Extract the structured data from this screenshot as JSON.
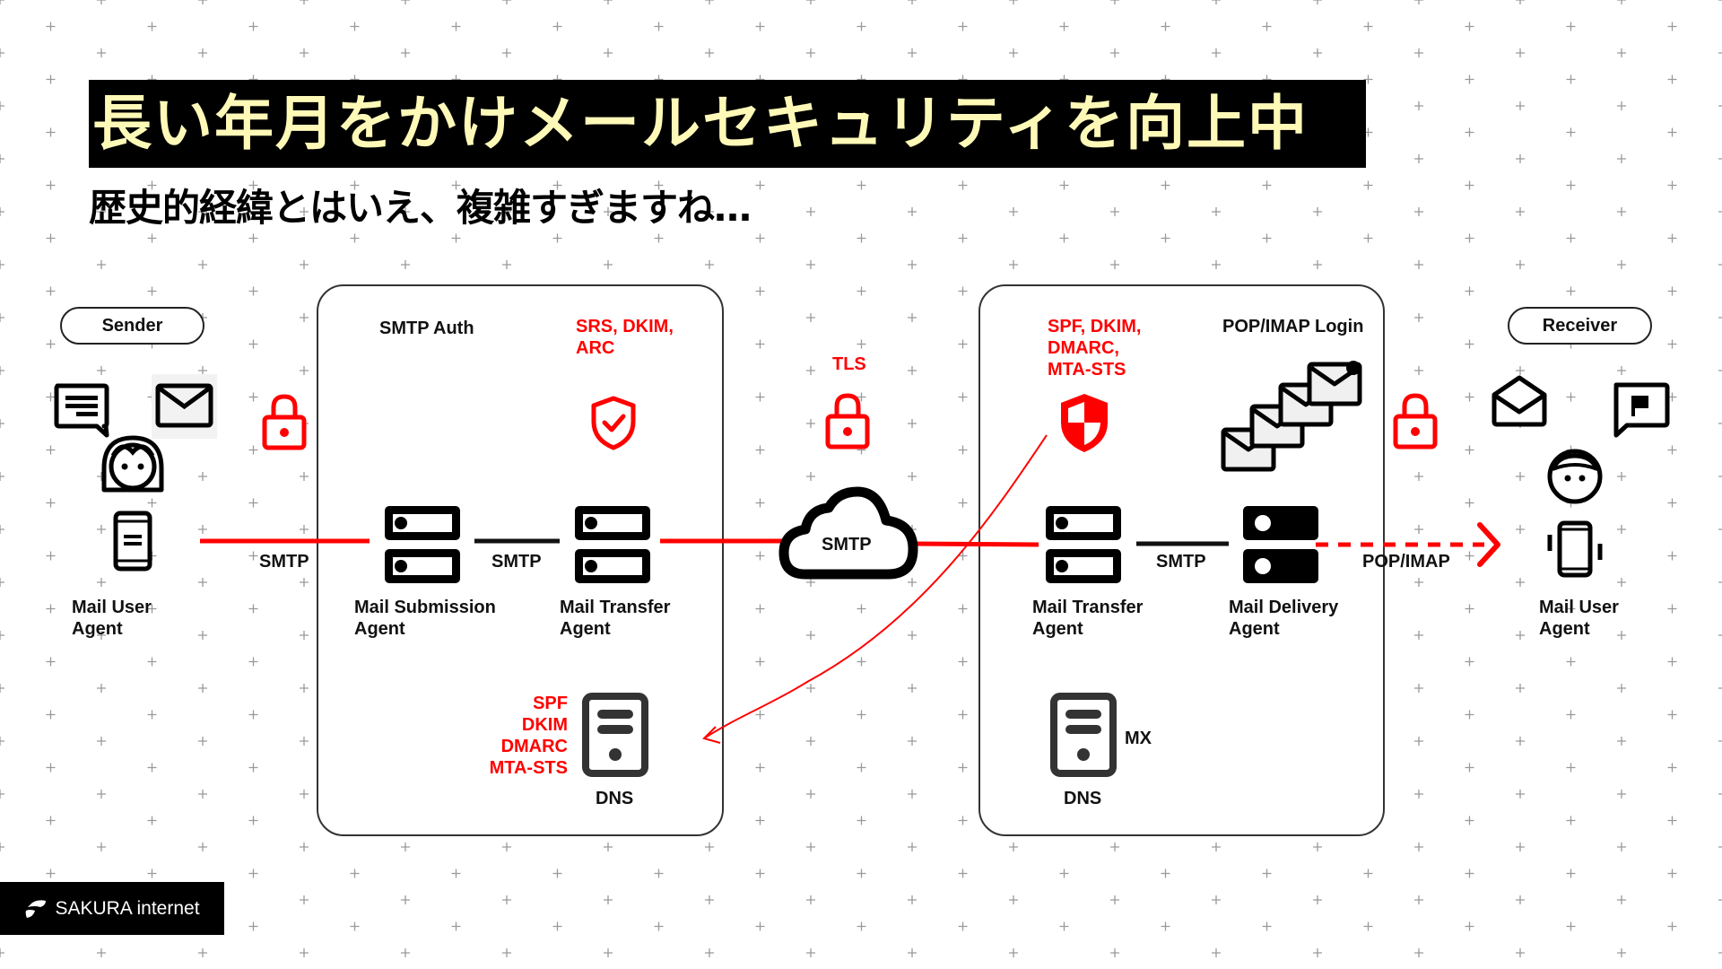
{
  "slide": {
    "title": "長い年月をかけメールセキュリティを向上中",
    "subtitle": "歴史的経緯とはいえ、複雑すぎますね…"
  },
  "colors": {
    "accent": "#ff0000",
    "title_text": "#fff9b8",
    "title_background": "#000000",
    "ink": "#111111"
  },
  "diagram": {
    "sender": {
      "pill_label": "Sender",
      "agent_label_line1": "Mail User",
      "agent_label_line2": "Agent",
      "icons": [
        "chat-message-icon",
        "envelope-icon",
        "woman-avatar-icon",
        "smartphone-icon"
      ]
    },
    "sender_link": {
      "protocol": "SMTP",
      "secure": true
    },
    "sending_domain": {
      "auth_label": "SMTP Auth",
      "security_label_line1": "SRS, DKIM,",
      "security_label_line2": "ARC",
      "msa_label_line1": "Mail Submission",
      "msa_label_line2": "Agent",
      "internal_link": "SMTP",
      "mta_label_line1": "Mail Transfer",
      "mta_label_line2": "Agent",
      "dns_records": [
        "SPF",
        "DKIM",
        "DMARC",
        "MTA-STS"
      ],
      "dns_label": "DNS"
    },
    "internet": {
      "encryption_label": "TLS",
      "cloud_label": "SMTP"
    },
    "receiving_domain": {
      "security_label_line1": "SPF, DKIM,",
      "security_label_line2": "DMARC,",
      "security_label_line3": "MTA-STS",
      "login_label": "POP/IMAP Login",
      "mta_label_line1": "Mail Transfer",
      "mta_label_line2": "Agent",
      "internal_link": "SMTP",
      "mda_label_line1": "Mail Delivery",
      "mda_label_line2": "Agent",
      "dns_records": [
        "MX"
      ],
      "dns_label": "DNS"
    },
    "receiver_link": {
      "protocol": "POP/IMAP",
      "secure": true,
      "style": "dashed-arrow"
    },
    "receiver": {
      "pill_label": "Receiver",
      "agent_label_line1": "Mail User",
      "agent_label_line2": "Agent",
      "icons": [
        "open-envelope-icon",
        "flag-message-icon",
        "man-avatar-icon",
        "vibrating-phone-icon"
      ]
    }
  },
  "footer": {
    "brand": "SAKURA internet"
  }
}
